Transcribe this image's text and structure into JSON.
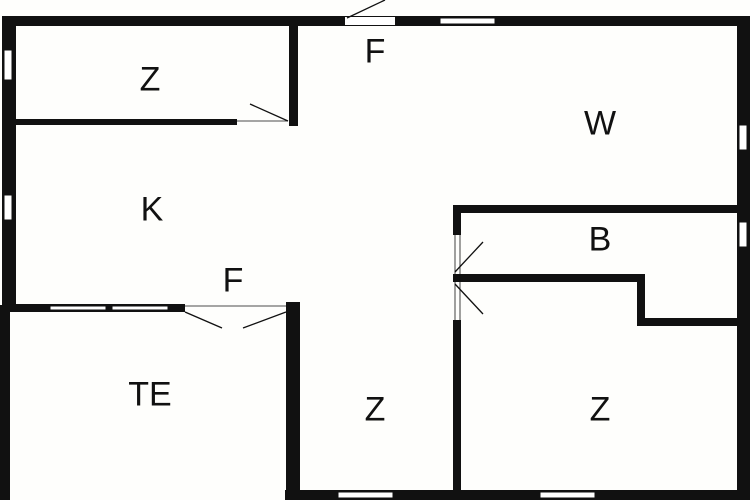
{
  "rooms": [
    {
      "id": "room-z-top-left",
      "label": "Z"
    },
    {
      "id": "room-f-top",
      "label": "F"
    },
    {
      "id": "room-w",
      "label": "W"
    },
    {
      "id": "room-k",
      "label": "K"
    },
    {
      "id": "room-f-mid",
      "label": "F"
    },
    {
      "id": "room-b",
      "label": "B"
    },
    {
      "id": "room-te",
      "label": "TE"
    },
    {
      "id": "room-z-center",
      "label": "Z"
    },
    {
      "id": "room-z-right",
      "label": "Z"
    }
  ]
}
